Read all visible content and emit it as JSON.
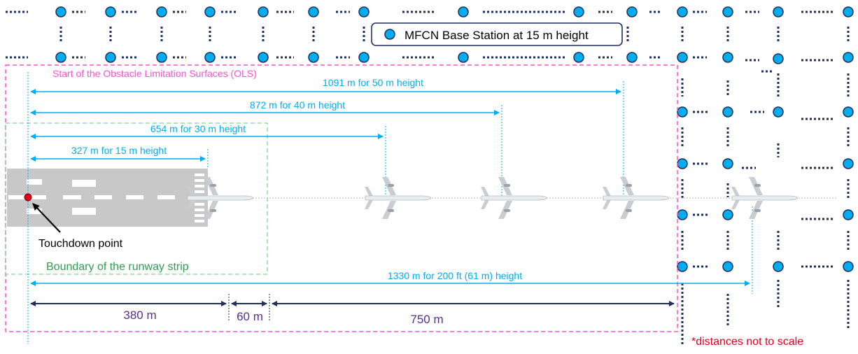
{
  "legend": {
    "label": "MFCN Base Station at 15 m height"
  },
  "ols_label": "Start of the Obstacle Limitation Surfaces (OLS)",
  "distances": [
    {
      "label": "1091 m for 50 m height"
    },
    {
      "label": "872 m for 40 m height"
    },
    {
      "label": "654 m for 30 m height"
    },
    {
      "label": "327 m for 15 m height"
    }
  ],
  "touchdown_label": "Touchdown point",
  "strip_label": "Boundary of the runway strip",
  "long_distance_label": "1330 m for 200 ft (61 m) height",
  "segments": [
    {
      "label": "380 m"
    },
    {
      "label": "60 m"
    },
    {
      "label": "750 m"
    }
  ],
  "footnote": "*distances not to scale",
  "colors": {
    "distance": "#00aeef",
    "segment": "#1f2f5c",
    "segment_text": "#5b2d8e",
    "ols": "#ff4fd8",
    "strip": "#2e9e4f",
    "station": "#00aeef",
    "footnote": "#e0001b"
  }
}
